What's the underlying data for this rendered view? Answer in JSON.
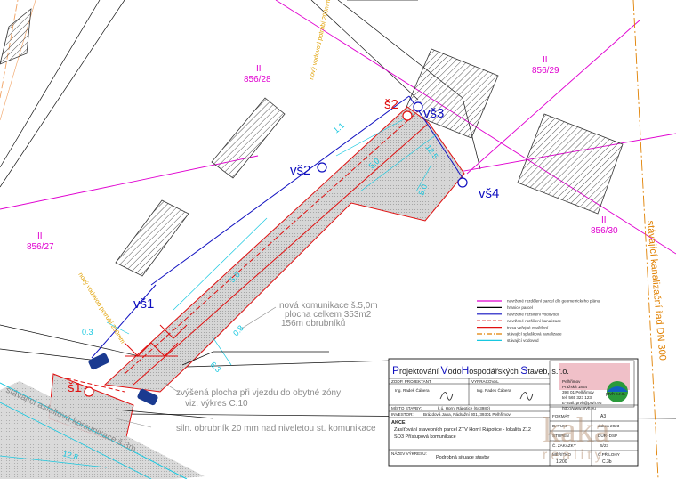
{
  "parcels": {
    "p1_roman": "II",
    "p1": "856/28",
    "p2_roman": "II",
    "p2": "856/29",
    "p3_roman": "II",
    "p3": "856/27",
    "p4_roman": "II",
    "p4": "856/30"
  },
  "points": {
    "s1": "š1",
    "s2": "š2",
    "vs1": "vš1",
    "vs2": "vš2",
    "vs3": "vš3",
    "vs4": "vš4"
  },
  "dimensions": {
    "d_1_1": "1.1",
    "d_12_5": "12.5",
    "d_5_0_top": "5.0",
    "d_5_0_mid": "5.0",
    "d_5_0_lower": "5.0",
    "d_0_3": "0.3",
    "d_6_3": "6.3",
    "d_0_8": "0.8",
    "d_12_8": "12.8"
  },
  "notes": {
    "road_1": "nová komunikace š.5,0m",
    "road_2": "plocha celkem 353m2",
    "road_3": "156m obrubníků",
    "raised_1": "zvýšená plocha při vjezdu do obytné zóny",
    "raised_2": "viz. výkres C.10",
    "curb": "siln. obrubník 20 mm nad niveletou st. komunikace",
    "existing_road": "stávající asfaltová komunikace š.3m",
    "sewer": "stávající kanalizační řad DN 300",
    "pipe_top": "nový vodovod potrubí 200mm",
    "pipe_bottom": "nový vodovod potrubí 200mm"
  },
  "legend": [
    {
      "label": "navržené rozdělení parcel dle geometrického plánu",
      "color": "#e000d0",
      "style": "solid"
    },
    {
      "label": "hranice parcel",
      "color": "#000000",
      "style": "solid"
    },
    {
      "label": "navržené rozšíření vodovodu",
      "color": "#1010c0",
      "style": "solid"
    },
    {
      "label": "navržené rozšíření kanalizace",
      "color": "#e01010",
      "style": "dashed"
    },
    {
      "label": "trasa veřejné osvětlení",
      "color": "#e01010",
      "style": "solid"
    },
    {
      "label": "stávající splašková kanalizace",
      "color": "#e08000",
      "style": "dashdot"
    },
    {
      "label": "stávající vodovod",
      "color": "#18c8e0",
      "style": "solid"
    }
  ],
  "title_block": {
    "company_p": "P",
    "company_1": "rojektování ",
    "company_v": "V",
    "company_2": "odo",
    "company_h": "H",
    "company_3": "ospodářských ",
    "company_s": "S",
    "company_4": "taveb, s.r.o.",
    "address_1": "Pelhřimov",
    "address_2": "Pražská 1864",
    "address_3": "393 01 Pelhřimov",
    "address_4": "tel: 565 323 123",
    "address_5": "E-mail: prvh@prvh.eu",
    "address_6": "http://www.prvh.eu",
    "badge": "prvh s.r.o.",
    "zodp_label": "ZODP. PROJEKTANT",
    "zodp_name": "Ing. Radek Čábera",
    "vypr_label": "VYPRACOVAL",
    "vypr_name": "Ing. Radek Čábera",
    "misto_label": "MÍSTO STAVBY:",
    "misto_value": "k.ú. Horní Rápotice (643980)",
    "investor_label": "INVESTOR:",
    "investor_value": "Brázdová Jana, Nádražní 301, 39301 Pelhřimov",
    "format_label": "FORMÁT",
    "format_value": "A3",
    "datum_label": "DATUM",
    "datum_value": "duben 2023",
    "stupen_label": "STUPEŇ",
    "stupen_value": "DUR+DSP",
    "zakazka_label": "Č. ZAKÁZKY",
    "zakazka_value": "5/23",
    "meritko_label": "MĚŘÍTKO",
    "meritko_value": "1:200",
    "priloha_label": "Č.PŘÍLOHY",
    "priloha_value": "C.3b",
    "akce_label": "AKCE:",
    "akce_1": "Zasíťování stavebních parcel ZTV Horní Rápotice - lokalita Z12",
    "akce_2": "SO3 Přístupová komunikace",
    "nazev_label": "NÁZEV VÝKRESU:",
    "nazev_value": "Podrobná situace stavby"
  },
  "watermark": {
    "logo_text": "kaka",
    "tagline": "reality"
  }
}
